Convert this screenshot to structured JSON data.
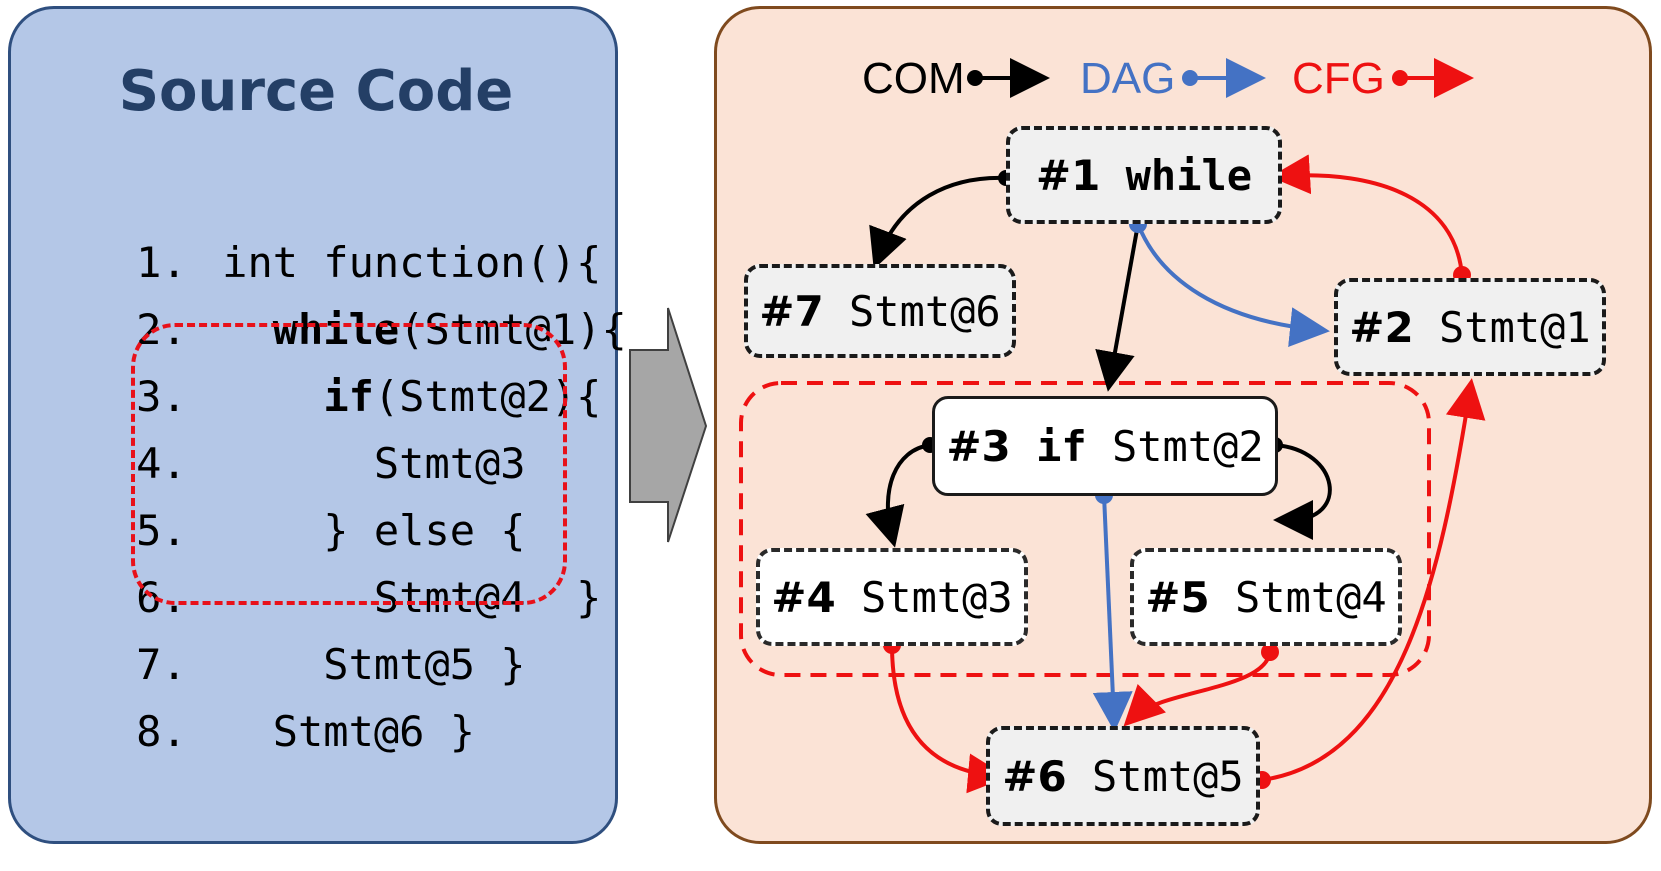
{
  "source_panel": {
    "title": "Source Code",
    "lines": [
      {
        "num": "1.",
        "pre": "int function(){",
        "kw": "",
        "post": ""
      },
      {
        "num": "2.",
        "pre": "  ",
        "kw": "while",
        "post": "(Stmt@1){"
      },
      {
        "num": "3.",
        "pre": "    ",
        "kw": "if",
        "post": "(Stmt@2){"
      },
      {
        "num": "4.",
        "pre": "      Stmt@3",
        "kw": "",
        "post": ""
      },
      {
        "num": "5.",
        "pre": "    } else {",
        "kw": "",
        "post": ""
      },
      {
        "num": "6.",
        "pre": "      Stmt@4  }",
        "kw": "",
        "post": ""
      },
      {
        "num": "7.",
        "pre": "    Stmt@5 }",
        "kw": "",
        "post": ""
      },
      {
        "num": "8.",
        "pre": "  Stmt@6 }",
        "kw": "",
        "post": ""
      }
    ]
  },
  "legend": {
    "com": {
      "label": "COM",
      "color": "#000000"
    },
    "dag": {
      "label": "DAG",
      "color": "#4472c4"
    },
    "cfg": {
      "label": "CFG",
      "color": "#ee1111"
    }
  },
  "nodes": {
    "n1": {
      "id": "#1",
      "kw": "while",
      "text": ""
    },
    "n2": {
      "id": "#2",
      "kw": "",
      "text": "Stmt@1"
    },
    "n3": {
      "id": "#3",
      "kw": "if",
      "text": "Stmt@2"
    },
    "n4": {
      "id": "#4",
      "kw": "",
      "text": "Stmt@3"
    },
    "n5": {
      "id": "#5",
      "kw": "",
      "text": "Stmt@4"
    },
    "n6": {
      "id": "#6",
      "kw": "",
      "text": "Stmt@5"
    },
    "n7": {
      "id": "#7",
      "kw": "",
      "text": "Stmt@6"
    }
  },
  "edges": [
    {
      "type": "COM",
      "from": "#1",
      "to": "#7"
    },
    {
      "type": "COM",
      "from": "#1",
      "to": "#3"
    },
    {
      "type": "DAG",
      "from": "#1",
      "to": "#2"
    },
    {
      "type": "CFG",
      "from": "#2",
      "to": "#1"
    },
    {
      "type": "COM",
      "from": "#3",
      "to": "#4"
    },
    {
      "type": "COM",
      "from": "#3",
      "to": "#5"
    },
    {
      "type": "DAG",
      "from": "#3",
      "to": "#6"
    },
    {
      "type": "CFG",
      "from": "#4",
      "to": "#6"
    },
    {
      "type": "CFG",
      "from": "#5",
      "to": "#6"
    },
    {
      "type": "CFG",
      "from": "#6",
      "to": "#2"
    }
  ]
}
